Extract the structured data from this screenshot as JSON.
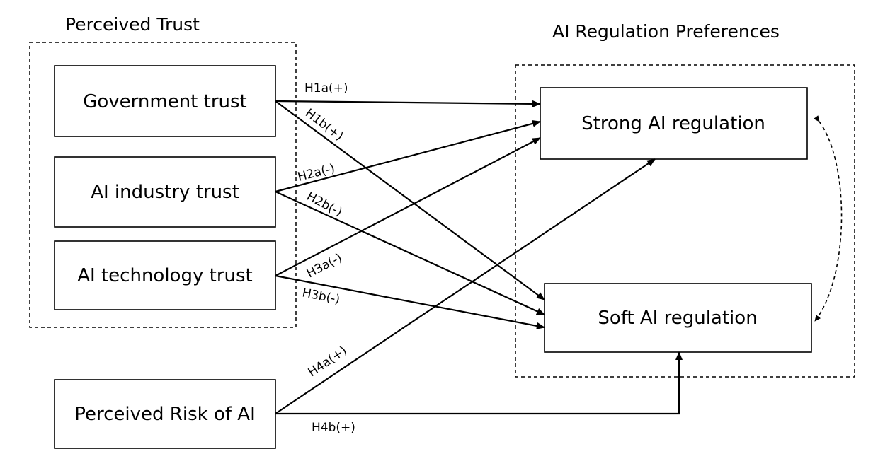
{
  "groups": {
    "perceived_trust": "Perceived Trust",
    "regulation_preferences": "AI Regulation Preferences"
  },
  "constructs": {
    "government_trust": "Government trust",
    "ai_industry_trust": "AI industry trust",
    "ai_technology_trust": "AI technology trust",
    "perceived_risk": "Perceived Risk of AI",
    "strong_regulation": "Strong AI regulation",
    "soft_regulation": "Soft AI regulation"
  },
  "hypotheses": {
    "h1a": "H1a(+)",
    "h1b": "H1b(+)",
    "h2a": "H2a(-)",
    "h2b": "H2b(-)",
    "h3a": "H3a(-)",
    "h3b": "H3b(-)",
    "h4a": "H4a(+)",
    "h4b": "H4b(+)"
  }
}
